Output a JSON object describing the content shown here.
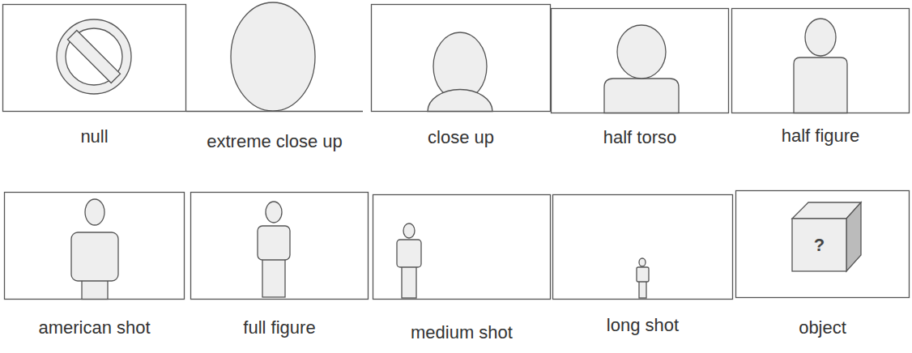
{
  "diagram": {
    "nodes": [
      {
        "text": [
          "null"
        ]
      },
      {
        "text": [
          "extreme close up"
        ]
      },
      {
        "text": [
          "close up"
        ]
      },
      {
        "text": [
          "half torso"
        ]
      },
      {
        "text": [
          "half figure"
        ]
      },
      {
        "text": [
          "american shot"
        ]
      },
      {
        "text": [
          "full figure"
        ]
      },
      {
        "text": [
          "medium shot"
        ]
      },
      {
        "text": [
          "long shot"
        ]
      },
      {
        "text": [
          "object"
        ]
      }
    ],
    "labels": [
      "?"
    ]
  }
}
